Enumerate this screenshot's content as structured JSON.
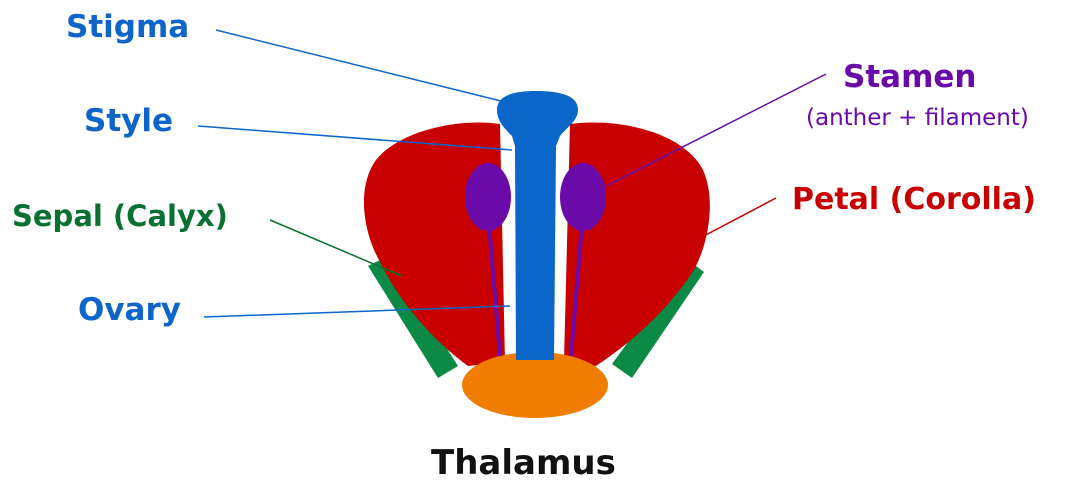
{
  "labels": {
    "stigma": "Stigma",
    "style": "Style",
    "sepal": "Sepal (Calyx)",
    "ovary": "Ovary",
    "stamen": "Stamen",
    "stamen_detail": "(anther + filament)",
    "petal": "Petal (Corolla)",
    "thalamus": "Thalamus"
  },
  "colors": {
    "pistil": "#0a66c8",
    "petal": "#c80000",
    "sepal": "#0a8a44",
    "stamen": "#6a0aa8",
    "thalamus": "#f07d00"
  }
}
